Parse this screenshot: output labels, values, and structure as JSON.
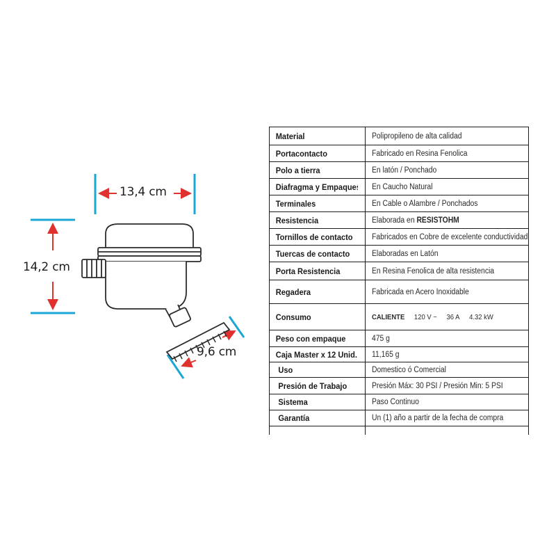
{
  "dimensions": {
    "width_label": "13,4 cm",
    "height_label": "14,2 cm",
    "head_label": "9,6 cm"
  },
  "specs": [
    {
      "key": "Material",
      "value": "Polipropileno de alta calidad"
    },
    {
      "key": "Portacontacto",
      "value": "Fabricado en Resina Fenolica"
    },
    {
      "key": "Polo a tierra",
      "value": "En latón / Ponchado"
    },
    {
      "key": "Diafragma y Empaques",
      "value": "En Caucho Natural"
    },
    {
      "key": "Terminales",
      "value": "En Cable o Alambre / Ponchados"
    },
    {
      "key": "Resistencia",
      "value": "Elaborada en",
      "value_strong": "RESISTOHM"
    },
    {
      "key": "Tornillos de contacto",
      "value": "Fabricados en Cobre de excelente conductividad"
    },
    {
      "key": "Tuercas de contacto",
      "value": "Elaboradas en Latón"
    },
    {
      "key": "Porta Resistencia",
      "value": "En Resina Fenolica de alta resistencia"
    },
    {
      "key": "Regadera",
      "value": "Fabricada en Acero Inoxidable"
    },
    {
      "key": "Consumo",
      "value_parts": [
        "CALIENTE",
        "120 V ~",
        "36 A",
        "4.32 kW"
      ]
    },
    {
      "key": "Peso con empaque",
      "value": "475 g"
    },
    {
      "key": "Caja Master x 12 Unid.",
      "value": "11,165 g"
    },
    {
      "key": "Uso",
      "value": "Domestico ó Comercial"
    },
    {
      "key": "Presión de Trabajo",
      "value": "Presión Máx: 30 PSI / Presión Min: 5 PSI"
    },
    {
      "key": "Sistema",
      "value": "Paso Continuo"
    },
    {
      "key": "Garantía",
      "value": "Un (1) año a partir de la fecha de compra"
    }
  ],
  "colors": {
    "dimension_tick": "#1aa7d6",
    "dimension_arrow": "#e0312f",
    "outline": "#2b2b2b"
  }
}
